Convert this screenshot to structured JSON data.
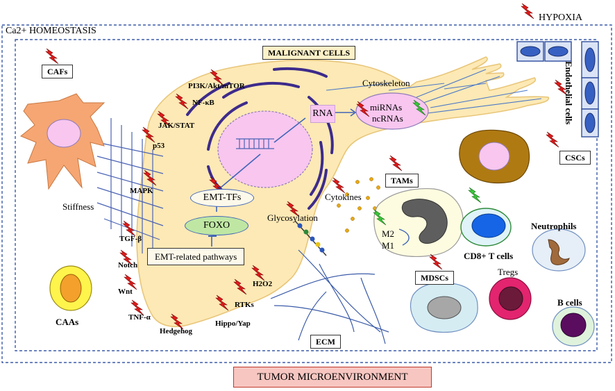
{
  "labels": {
    "ca_homeostasis": "Ca2+ HOMEOSTASIS",
    "hypoxia": "HYPOXIA",
    "tumor_microenvironment": "TUMOR MICROENVIRONMENT",
    "malignant_cells": "MALIGNANT CELLS",
    "cafs": "CAFs",
    "caas": "CAAs",
    "stiffness": "Stiffness",
    "cytoskeleton": "Cytoskeleton",
    "rna": "RNA",
    "mirnas": "miRNAs",
    "ncrnas": "ncRNAs",
    "endothelial_cells": "Endothelial cells",
    "cscs": "CSCs",
    "tams": "TAMs",
    "m2": "M2",
    "m1": "M1",
    "cytokines": "Cytokines",
    "glycosylation": "Glycosylation",
    "emt_tfs": "EMT-TFs",
    "foxo": "FOXO",
    "emt_related_pathways": "EMT-related pathways",
    "cd8_t_cells": "CD8+ T cells",
    "neutrophils": "Neutrophils",
    "mdscs": "MDSCs",
    "tregs": "Tregs",
    "b_cells": "B cells",
    "ecm": "ECM"
  },
  "signals": {
    "pi3k": "PI3K/Akt/mTOR",
    "nfkb": "NF-κB",
    "jak": "JAK/STAT",
    "p53": "p53",
    "mapk": "MAPK",
    "tgfb": "TGF-β",
    "notch": "Notch",
    "wnt": "Wnt",
    "tnfa": "TNF-α",
    "hedgehog": "Hedgehog",
    "hippo": "Hippo/Yap",
    "rtks": "RTKs",
    "h2o2": "H2O2"
  },
  "colors": {
    "cell_fill": "#fde9b5",
    "cell_stroke": "#e8c67a",
    "caf_fill": "#f5a673",
    "nucleus_fill": "#f8c6ef",
    "organelle": "#3d2b8c",
    "endothelial": "#2e4d9e",
    "bolt_red": "#e01b1b",
    "bolt_green": "#3ac83a",
    "border_dash": "#3b5ba8"
  }
}
